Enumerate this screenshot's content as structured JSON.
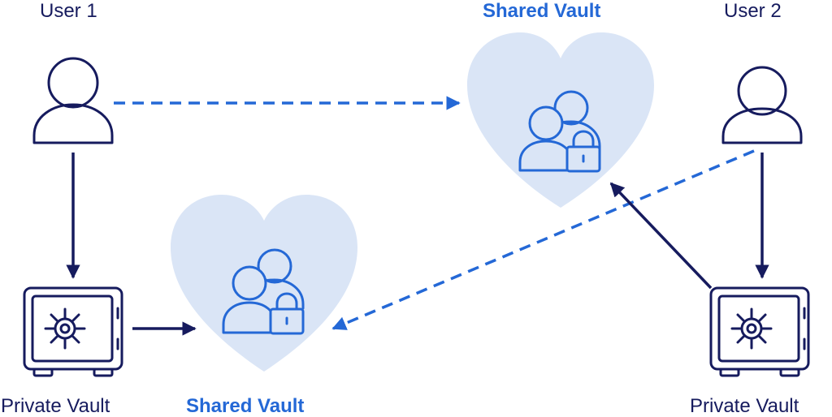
{
  "labels": {
    "user1": "User 1",
    "user2": "User 2",
    "shared_vault_top": "Shared Vault",
    "shared_vault_bottom": "Shared Vault",
    "private_vault_left": "Private Vault",
    "private_vault_right": "Private Vault"
  },
  "colors": {
    "navy": "#161b5e",
    "accent_blue": "#2468d6",
    "heart_fill": "#dae5f6",
    "background": "#ffffff"
  },
  "icons": {
    "user": "user-icon",
    "safe": "safe-icon",
    "shared_group": "shared-group-lock-icon",
    "heart": "heart-shape"
  }
}
